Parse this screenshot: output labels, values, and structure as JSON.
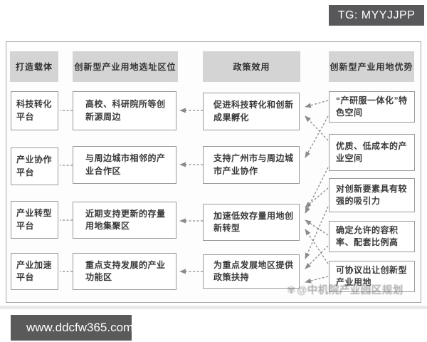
{
  "badges": {
    "tg": "TG: MYYJJPP",
    "website": "www.ddcfw365.com"
  },
  "watermark": {
    "icon": "flower-knot-logo",
    "text": "@中机院产业园区规划"
  },
  "diagram": {
    "columns": [
      {
        "id": "c1",
        "header": "打造载体",
        "items": [
          "科技转化平台",
          "产业协作平台",
          "产业转型平台",
          "产业加速平台"
        ]
      },
      {
        "id": "c2",
        "header": "创新型产业用地选址区位",
        "items": [
          "高校、科研院所等创新源周边",
          "与周边城市相邻的产业合作区",
          "近期支持更新的存量用地集聚区",
          "重点支持发展的产业功能区"
        ]
      },
      {
        "id": "c3",
        "header": "政策效用",
        "items": [
          "促进科技转化和创新成果孵化",
          "支持广州市与周边城市产业协作",
          "加速低效存量用地创新转型",
          "为重点发展地区提供政策扶持"
        ]
      },
      {
        "id": "c4",
        "header": "创新型产业用地优势",
        "items": [
          "“产研服一体化”特色空间",
          "优质、低成本的产业空间",
          "对创新要素具有较强的吸引力",
          "确定允许的容积率、配套比例高",
          "可协议出让创新型产业用地"
        ]
      }
    ],
    "edges": [
      {
        "from": "c2r1",
        "to": "c1r1",
        "style": "dashed"
      },
      {
        "from": "c2r2",
        "to": "c1r2",
        "style": "dashed"
      },
      {
        "from": "c2r3",
        "to": "c1r3",
        "style": "dashed"
      },
      {
        "from": "c2r4",
        "to": "c1r4",
        "style": "dashed"
      },
      {
        "from": "c3r1",
        "to": "c2r1",
        "style": "dashed-arrow"
      },
      {
        "from": "c3r2",
        "to": "c2r2",
        "style": "dashed-arrow"
      },
      {
        "from": "c3r3",
        "to": "c2r3",
        "style": "dashed-arrow"
      },
      {
        "from": "c3r4",
        "to": "c2r4",
        "style": "dashed-arrow"
      },
      {
        "from": "c4r1",
        "to": "c3r1",
        "style": "dashed-arrow"
      },
      {
        "from": "c4r2",
        "to": "c3r1",
        "style": "dashed-arrow"
      },
      {
        "from": "c4r1",
        "to": "c3r2",
        "style": "dashed-arrow"
      },
      {
        "from": "c4r2",
        "to": "c3r3",
        "style": "dashed-arrow"
      },
      {
        "from": "c4r3",
        "to": "c3r3",
        "style": "dashed-arrow"
      },
      {
        "from": "c4r4",
        "to": "c3r3",
        "style": "dashed-arrow"
      },
      {
        "from": "c4r5",
        "to": "c3r3",
        "style": "dashed-arrow"
      },
      {
        "from": "c4r3",
        "to": "c3r4",
        "style": "dashed-arrow"
      },
      {
        "from": "c4r4",
        "to": "c3r4",
        "style": "dashed-arrow"
      },
      {
        "from": "c4r5",
        "to": "c3r4",
        "style": "dashed-arrow"
      }
    ]
  },
  "colors": {
    "header_fill": "#d4d4d4",
    "box_border": "#9a9a9a",
    "connector": "#8a8a8a",
    "badge_bg": "#58585a",
    "frame_border": "#a9a9a9"
  }
}
